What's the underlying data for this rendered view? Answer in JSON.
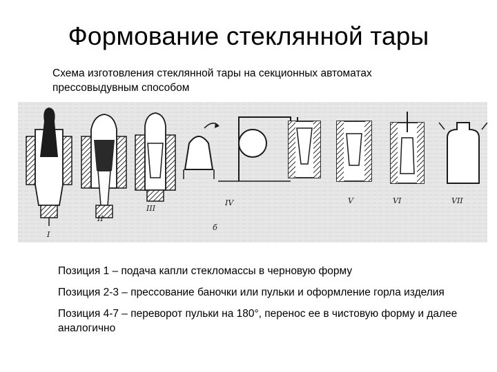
{
  "slide": {
    "title": "Формование стеклянной тары",
    "subtitle": "Схема изготовления стеклянной тары на секционных автоматах прессовыдувным способом",
    "positions": [
      "Позиция 1 – подача капли стекломассы в черновую форму",
      "Позиция 2-3 – прессование баночки или пульки и оформление горла изделия",
      "Позиция 4-7 – переворот пульки на 180°, перенос ее в чистовую форму и далее аналогично"
    ]
  },
  "scheme": {
    "labels": [
      "I",
      "II",
      "III",
      "IV",
      "V",
      "VI",
      "VII"
    ],
    "sublabel": "б"
  },
  "colors": {
    "background": "#ffffff",
    "figure_bg": "#e7e7e7",
    "ink": "#1a1a1a"
  }
}
